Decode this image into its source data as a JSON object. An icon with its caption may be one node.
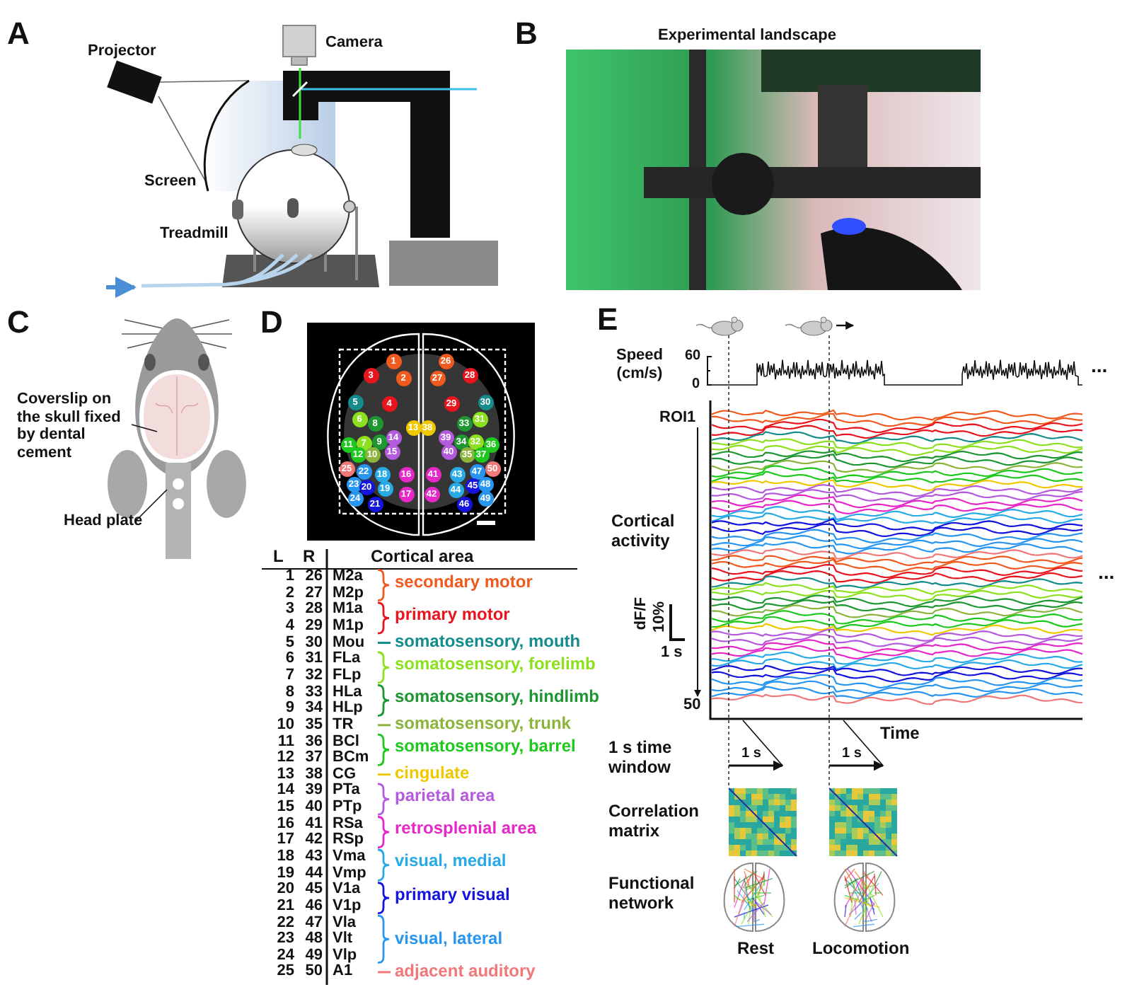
{
  "diagram": {
    "nodes": [
      {
        "text": [
          "Coverslip on the skull fixed by dental cement"
        ]
      },
      {
        "text": [],
        "shape": "picture"
      },
      {
        "text": [
          "Head plate"
        ]
      },
      {
        "text": [],
        "shape": "picture"
      }
    ],
    "edges": [
      {
        "from": 0,
        "to": 1,
        "arrow": "none"
      },
      {
        "from": 2,
        "to": 3,
        "arrow": "none"
      }
    ],
    "labels": [
      "A",
      "Projector",
      "Camera",
      "Screen",
      "Treadmill",
      "B",
      "Experimental landscape",
      "C",
      "D",
      "1",
      "26",
      "3",
      "2",
      "27",
      "28",
      "5",
      "4",
      "29",
      "30",
      "6",
      "8",
      "13",
      "38",
      "33",
      "31",
      "11",
      "7",
      "9",
      "14",
      "39",
      "34",
      "32",
      "36",
      "12",
      "10",
      "15",
      "40",
      "35",
      "37",
      "25",
      "22",
      "18",
      "16",
      "41",
      "43",
      "47",
      "50",
      "23",
      "20",
      "19",
      "44",
      "45",
      "48",
      "24",
      "21",
      "17",
      "42",
      "46",
      "49",
      "L",
      "R",
      "Cortical area",
      "1",
      "26",
      "M2a",
      "secondary motor",
      "2",
      "27",
      "M2p",
      "3",
      "28",
      "M1a",
      "primary motor",
      "4",
      "29",
      "M1p",
      "5",
      "30",
      "Mou",
      "somatosensory, mouth",
      "6",
      "31",
      "FLa",
      "somatosensory, forelimb",
      "7",
      "32",
      "FLp",
      "8",
      "33",
      "HLa",
      "somatosensory, hindlimb",
      "9",
      "34",
      "HLp",
      "10",
      "35",
      "TR",
      "somatosensory, trunk",
      "11",
      "36",
      "BCl",
      "somatosensory, barrel",
      "12",
      "37",
      "BCm",
      "13",
      "38",
      "CG",
      "cingulate",
      "14",
      "39",
      "PTa",
      "parietal area",
      "15",
      "40",
      "PTp",
      "16",
      "41",
      "RSa",
      "retrosplenial area",
      "17",
      "42",
      "RSp",
      "18",
      "43",
      "Vma",
      "visual, medial",
      "19",
      "44",
      "Vmp",
      "20",
      "45",
      "V1a",
      "primary visual",
      "21",
      "46",
      "V1p",
      "22",
      "47",
      "Vla",
      "23",
      "48",
      "Vlt",
      "visual, lateral",
      "24",
      "49",
      "Vlp",
      "25",
      "50",
      "A1",
      "adjacent auditory",
      "E",
      "Speed (cm/s)",
      "60",
      "0",
      "...",
      "ROI1",
      "Cortical activity",
      "...",
      "dF/F",
      "10%",
      "1 s",
      "50",
      "Time",
      "1 s time window",
      "1 s",
      "1 s",
      "Correlation matrix",
      "Functional network",
      "Rest",
      "Locomotion"
    ]
  }
}
